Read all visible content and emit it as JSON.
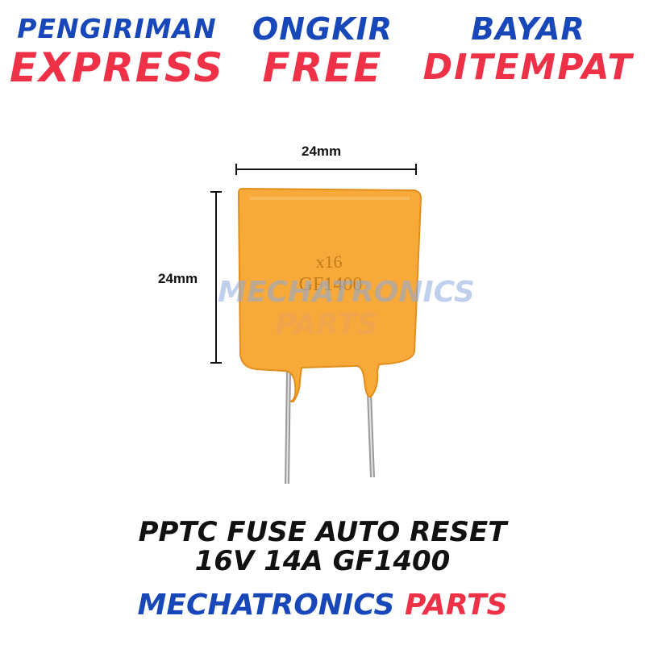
{
  "banner": {
    "items": [
      {
        "top": "PENGIRIMAN",
        "bottom": "EXPRESS"
      },
      {
        "top": "ONGKIR",
        "bottom": "FREE"
      },
      {
        "top": "BAYAR",
        "bottom": "DITEMPAT"
      }
    ]
  },
  "product": {
    "width_label": "24mm",
    "height_label": "24mm",
    "marking_line1": "x16",
    "marking_line2": "GF1400",
    "watermark_line1": "MECHATRONICS",
    "watermark_line2": "PARTS"
  },
  "title": {
    "line1": "PPTC FUSE AUTO RESET",
    "line2": "16V 14A GF1400"
  },
  "brand": {
    "part1": "MECHATRONICS",
    "part2": "PARTS"
  },
  "colors": {
    "blue": "#1747b8",
    "red": "#ee3147",
    "fuse": "#f7a93a"
  }
}
